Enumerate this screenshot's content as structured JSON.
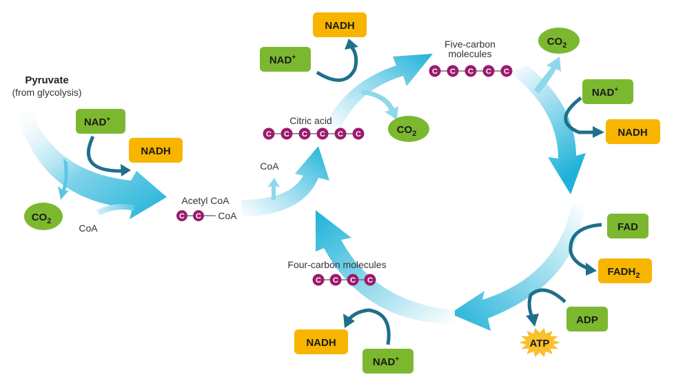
{
  "title": "Citric acid cycle (Krebs cycle) with pyruvate oxidation",
  "colors": {
    "nad_box": "#7cb82f",
    "nadh_box": "#f7b500",
    "co2_ellipse": "#7cb82f",
    "carbon": "#9b1b6e",
    "cycle_arrow": "#1fb2d8",
    "small_arrow": "#1f6f8b",
    "atp_burst": "#fbc02d"
  },
  "pyruvate": {
    "title": "Pyruvate",
    "subtitle": "(from glycolysis)",
    "nad": "NAD",
    "nad_sup": "+",
    "nadh": "NADH",
    "co2_main": "CO",
    "co2_sub": "2",
    "coa": "CoA"
  },
  "acetyl_coa": {
    "label": "Acetyl CoA",
    "coa_tail": "CoA",
    "carbons": 2
  },
  "coa_release": "CoA",
  "citric_acid": {
    "label": "Citric acid",
    "carbons": 6,
    "co2_main": "CO",
    "co2_sub": "2",
    "nad": "NAD",
    "nad_sup": "+",
    "nadh": "NADH"
  },
  "five_carbon": {
    "label_line1": "Five-carbon",
    "label_line2": "molecules",
    "carbons": 5,
    "co2_main": "CO",
    "co2_sub": "2",
    "nad": "NAD",
    "nad_sup": "+",
    "nadh": "NADH"
  },
  "right_side": {
    "fad": "FAD",
    "fadh_main": "FADH",
    "fadh_sub": "2",
    "adp": "ADP",
    "atp": "ATP"
  },
  "four_carbon": {
    "label": "Four-carbon molecules",
    "carbons": 4,
    "nad": "NAD",
    "nad_sup": "+",
    "nadh": "NADH"
  },
  "carbon_symbol": "C"
}
